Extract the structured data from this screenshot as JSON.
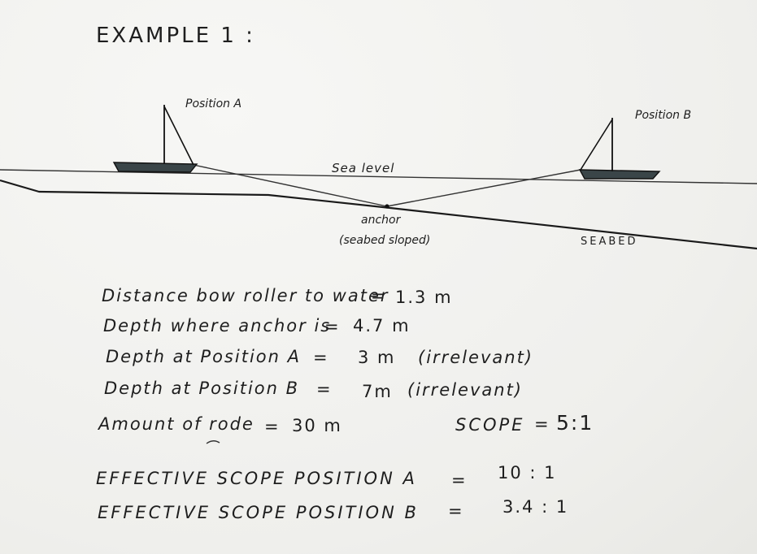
{
  "title": "EXAMPLE 1 :",
  "labels": {
    "position_a": "Position A",
    "position_b": "Position B",
    "sea_level": "Sea level",
    "anchor": "anchor",
    "seabed_note": "(seabed sloped)",
    "seabed": "SEABED"
  },
  "facts": [
    {
      "label": "Distance bow roller to water",
      "eq": "=",
      "value": "1.3 m",
      "note": ""
    },
    {
      "label": "Depth where anchor is",
      "eq": "=",
      "value": "4.7 m",
      "note": ""
    },
    {
      "label": "Depth at Position A",
      "eq": "=",
      "value": "3 m",
      "note": "(irrelevant)"
    },
    {
      "label": "Depth at Position B",
      "eq": "=",
      "value": "7m",
      "note": "(irrelevant)"
    },
    {
      "label": "Amount of rode",
      "eq": "=",
      "value": "30 m",
      "note": ""
    }
  ],
  "scope": {
    "label": "SCOPE",
    "eq": "=",
    "value": "5:1"
  },
  "effective": [
    {
      "label": "EFFECTIVE SCOPE POSITION A",
      "eq": "=",
      "value": "10 : 1"
    },
    {
      "label": "EFFECTIVE SCOPE POSITION B",
      "eq": "=",
      "value": "3.4 : 1"
    }
  ]
}
